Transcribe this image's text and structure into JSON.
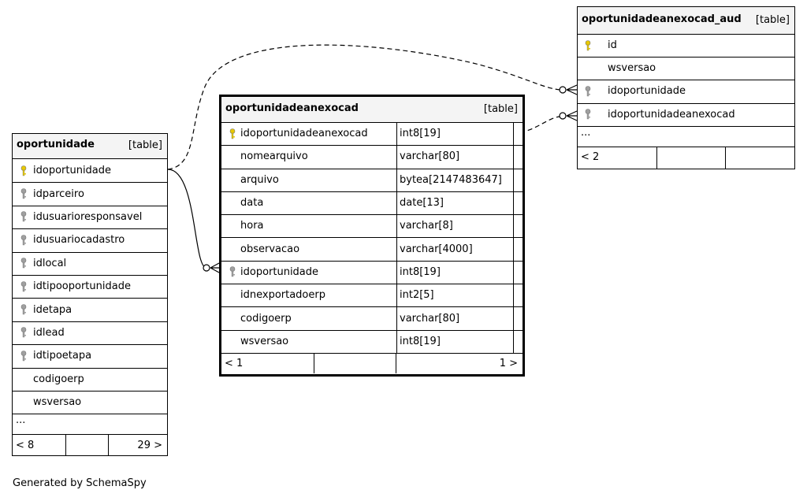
{
  "generated_by": "Generated by SchemaSpy",
  "colors": {
    "primary_key": "#e8c800",
    "foreign_key": "#a0a0a0",
    "header_bg": "#f4f4f4"
  },
  "oportunidade": {
    "name": "oportunidade",
    "kind": "[table]",
    "columns": [
      {
        "name": "idoportunidade",
        "key": "primary"
      },
      {
        "name": "idparceiro",
        "key": "foreign"
      },
      {
        "name": "idusuarioresponsavel",
        "key": "foreign"
      },
      {
        "name": "idusuariocadastro",
        "key": "foreign"
      },
      {
        "name": "idlocal",
        "key": "foreign"
      },
      {
        "name": "idtipooportunidade",
        "key": "foreign"
      },
      {
        "name": "idetapa",
        "key": "foreign"
      },
      {
        "name": "idlead",
        "key": "foreign"
      },
      {
        "name": "idtipoetapa",
        "key": "foreign"
      },
      {
        "name": "codigoerp",
        "key": "none"
      },
      {
        "name": "wsversao",
        "key": "none"
      }
    ],
    "more": "...",
    "parents": "< 8",
    "children": "29 >"
  },
  "oportunidadeanexocad": {
    "name": "oportunidadeanexocad",
    "kind": "[table]",
    "columns": [
      {
        "name": "idoportunidadeanexocad",
        "type": "int8[19]",
        "key": "primary"
      },
      {
        "name": "nomearquivo",
        "type": "varchar[80]",
        "key": "none"
      },
      {
        "name": "arquivo",
        "type": "bytea[2147483647]",
        "key": "none"
      },
      {
        "name": "data",
        "type": "date[13]",
        "key": "none"
      },
      {
        "name": "hora",
        "type": "varchar[8]",
        "key": "none"
      },
      {
        "name": "observacao",
        "type": "varchar[4000]",
        "key": "none"
      },
      {
        "name": "idoportunidade",
        "type": "int8[19]",
        "key": "foreign"
      },
      {
        "name": "idnexportadoerp",
        "type": "int2[5]",
        "key": "none"
      },
      {
        "name": "codigoerp",
        "type": "varchar[80]",
        "key": "none"
      },
      {
        "name": "wsversao",
        "type": "int8[19]",
        "key": "none"
      }
    ],
    "parents": "< 1",
    "children": "1 >"
  },
  "oportunidadeanexocad_aud": {
    "name": "oportunidadeanexocad_aud",
    "kind": "[table]",
    "columns": [
      {
        "name": "id",
        "key": "primary"
      },
      {
        "name": "wsversao",
        "key": "none"
      },
      {
        "name": "idoportunidade",
        "key": "foreign"
      },
      {
        "name": "idoportunidadeanexocad",
        "key": "foreign"
      }
    ],
    "more": "...",
    "parents": "< 2"
  }
}
